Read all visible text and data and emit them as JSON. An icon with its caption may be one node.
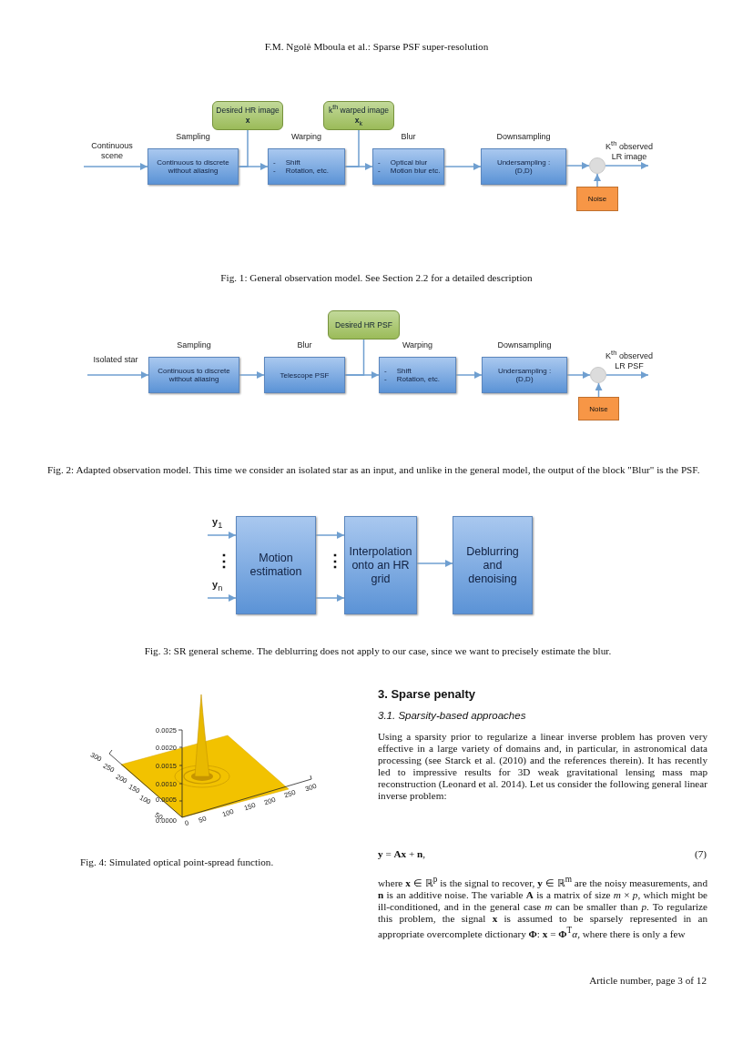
{
  "diagram": {
    "nodes": [
      {
        "text": [
          "Continuous scene"
        ]
      },
      {
        "text": [
          "Sampling",
          "Continuous to discrete without aliasing"
        ]
      },
      {
        "text": [
          "Desired HR image **x**"
        ]
      },
      {
        "text": [
          "Warping",
          "-     Shift",
          "-     Rotation, etc."
        ]
      },
      {
        "text": [
          "k$^{th}$ warped image **x**$_{k}$"
        ]
      },
      {
        "text": [
          "Blur",
          "-     Optical blur",
          "-     Motion blur etc."
        ]
      },
      {
        "text": [
          "Downsampling",
          "Undersampling : (D,D)"
        ]
      },
      {
        "text": [],
        "shape": "circle"
      },
      {
        "text": [
          "K$^{th}$ observed LR image"
        ]
      },
      {
        "text": [
          "Noise"
        ]
      },
      {
        "text": [
          "Isolated star"
        ]
      },
      {
        "text": [
          "Sampling",
          "Continuous to discrete without aliasing"
        ]
      },
      {
        "text": [
          "Blur",
          "Telescope PSF"
        ]
      },
      {
        "text": [
          "Desired HR PSF"
        ]
      },
      {
        "text": [
          "Warping",
          "-     Shift",
          "-     Rotation, etc."
        ]
      },
      {
        "text": [
          "Downsampling",
          "Undersampling : (D,D)"
        ]
      },
      {
        "text": [],
        "shape": "circle"
      },
      {
        "text": [
          "K$^{th}$ observed LR PSF"
        ]
      },
      {
        "text": [
          "Noise"
        ]
      },
      {
        "text": [
          "Motion estimation"
        ]
      },
      {
        "text": [
          "Interpolation onto an HR grid"
        ]
      },
      {
        "text": [
          "Deblurring and denoising"
        ]
      }
    ],
    "edges": [
      {
        "from": 0,
        "to": 1,
        "arrow": "to"
      },
      {
        "from": 1,
        "to": 3,
        "arrow": "to"
      },
      {
        "from": 1,
        "to": 2,
        "arrow": "none"
      },
      {
        "from": 3,
        "to": 5,
        "arrow": "to"
      },
      {
        "from": 3,
        "to": 4,
        "arrow": "none"
      },
      {
        "from": 5,
        "to": 6,
        "arrow": "to"
      },
      {
        "from": 6,
        "to": 7,
        "arrow": "to"
      },
      {
        "from": 9,
        "to": 7,
        "arrow": "to"
      },
      {
        "from": 7,
        "to": 8,
        "arrow": "to"
      },
      {
        "from": 10,
        "to": 11,
        "arrow": "to"
      },
      {
        "from": 11,
        "to": 12,
        "arrow": "to"
      },
      {
        "from": 12,
        "to": 14,
        "arrow": "to"
      },
      {
        "from": 12,
        "to": 13,
        "arrow": "none"
      },
      {
        "from": 14,
        "to": 15,
        "arrow": "to"
      },
      {
        "from": 15,
        "to": 16,
        "arrow": "to"
      },
      {
        "from": 18,
        "to": 16,
        "arrow": "to"
      },
      {
        "from": 16,
        "to": 17,
        "arrow": "to"
      },
      {
        "from": null,
        "to": 19,
        "arrow": "to",
        "label": "**y**$_{1}$"
      },
      {
        "from": null,
        "to": 19,
        "arrow": "to",
        "label": "**y**$_{n}$"
      },
      {
        "from": 19,
        "to": 20,
        "arrow": "to"
      },
      {
        "from": 19,
        "to": 20,
        "arrow": "to"
      },
      {
        "from": 20,
        "to": 21,
        "arrow": "to"
      }
    ],
    "labels": [
      "F.M. Ngolè Mboula et al.: Sparse PSF super-resolution",
      "Fig. 1: General observation model. See Section 2.2 for a detailed description",
      "Fig. 2: Adapted observation model. This time we consider an isolated star as an input, and unlike in the general model, the output of the block \"Blur\" is the PSF.",
      "⋮",
      "⋮",
      "Fig. 3: SR general scheme. The deblurring does not apply to our case, since we want to precisely estimate the blur.",
      "0.0025",
      "0.0020",
      "0.0015",
      "0.0010",
      "0.0005",
      "0.0000",
      "300",
      "250",
      "200",
      "150",
      "100",
      "50",
      "0",
      "50",
      "100",
      "150",
      "200",
      "250",
      "300",
      "Fig. 4: Simulated optical point-spread function.",
      "3. Sparse penalty",
      "3.1. Sparsity-based approaches",
      "Using a sparsity prior to regularize a linear inverse problem has proven very effective in a large variety of domains and, in particular, in astronomical data processing (see Starck et al. (2010) and the references therein). It has recently led to impressive results for 3D weak gravitational lensing mass map reconstruction (Leonard et al. 2014). Let us consider the following general linear inverse problem:",
      "**y** = **Ax** + **n**,",
      "(7)",
      "where **x** ∈ ℝ$^{p}$ is the signal to recover, **y** ∈ ℝ$^{m}$ are the noisy measurements, and **n** is an additive noise. The variable **A** is a matrix of size *m* × *p*, which might be ill-conditioned, and in the general case *m* can be smaller than *p*. To regularize this problem, the signal **x** is assumed to be sparsely represented in an appropriate overcomplete dictionary **Φ**: **x** = **Φ**$^{T}$*α*, where there is only a few",
      "Article number, page 3 of 12"
    ]
  }
}
